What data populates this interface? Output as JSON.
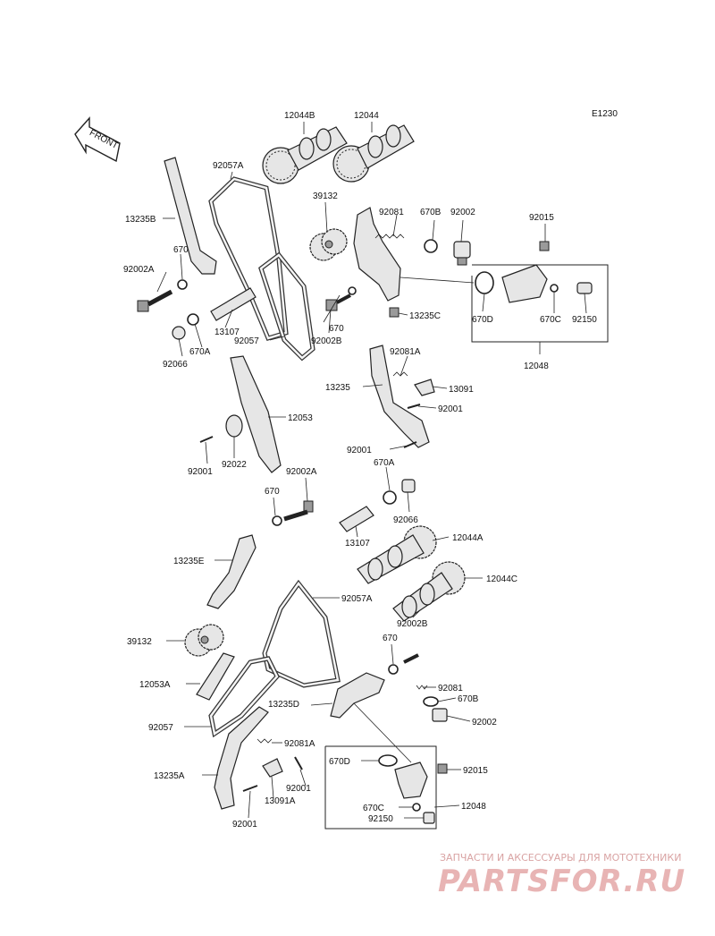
{
  "diagram_code": "E1230",
  "front_label": "FRONT",
  "watermark": {
    "tagline": "ЗАПЧАСТИ И АКСЕССУАРЫ ДЛЯ МОТОТЕХНИКИ",
    "brand": "PARTSFOR.RU"
  },
  "labels": {
    "l12044B_top": "12044B",
    "l12044_top": "12044",
    "l92057A_top": "92057A",
    "l13235B": "13235B",
    "l670_a": "670",
    "l92002A_a": "92002A",
    "l39132_top": "39132",
    "l92081_top": "92081",
    "l670B_top": "670B",
    "l92002_top": "92002",
    "l92015_top": "92015",
    "l13235C": "13235C",
    "l670D_top": "670D",
    "l670C_top": "670C",
    "l92150_top": "92150",
    "l13107_a": "13107",
    "l92057_a": "92057",
    "l92002B_a": "92002B",
    "l670_b": "670",
    "l670A_a": "670A",
    "l92066_a": "92066",
    "l12048_top": "12048",
    "l92081A_top": "92081A",
    "l13235": "13235",
    "l13091": "13091",
    "l92001_a": "92001",
    "l12053": "12053",
    "l92001_b": "92001",
    "l92001_c": "92001",
    "l92022": "92022",
    "l670A_b": "670A",
    "l92002A_b": "92002A",
    "l670_c": "670",
    "l92066_b": "92066",
    "l13107_b": "13107",
    "l12044A": "12044A",
    "l13235E": "13235E",
    "l12044C": "12044C",
    "l92057A_bot": "92057A",
    "l92002B_b": "92002B",
    "l39132_bot": "39132",
    "l670_d": "670",
    "l12053A": "12053A",
    "l92081_bot": "92081",
    "l13235D": "13235D",
    "l670B_bot": "670B",
    "l92057_bot": "92057",
    "l92002_bot": "92002",
    "l92081A_bot": "92081A",
    "l670D_bot": "670D",
    "l92015_bot": "92015",
    "l13235A": "13235A",
    "l92001_d": "92001",
    "l13091A": "13091A",
    "l670C_bot": "670C",
    "l12048_bot": "12048",
    "l92150_bot": "92150",
    "l92001_e": "92001"
  }
}
